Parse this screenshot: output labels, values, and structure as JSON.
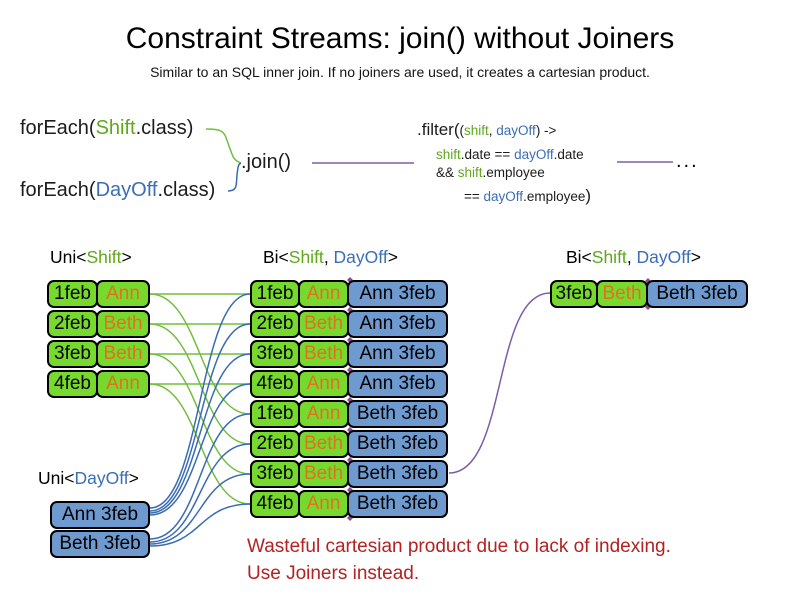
{
  "title": "Constraint Streams: join() without Joiners",
  "subtitle": "Similar to an SQL inner join. If no joiners are used, it creates a cartesian product.",
  "code": {
    "foreach_shift": {
      "pre": "forEach(",
      "cls": "Shift",
      "post": ".class)"
    },
    "foreach_dayoff": {
      "pre": "forEach(",
      "cls": "DayOff",
      "post": ".class)"
    },
    "join": ".join()",
    "filter": {
      "head": ".filter(",
      "open": "(",
      "param_shift": "shift",
      "comma": ", ",
      "param_dayoff": "dayOff",
      "arrow": ") ->",
      "line2": {
        "shift": "shift",
        "mid": ".date == ",
        "dayoff": "dayOff",
        "end": ".date"
      },
      "line3": {
        "and": "&& ",
        "shift": "shift",
        "end": ".employee"
      },
      "line4": {
        "eq": "== ",
        "dayoff": "dayOff",
        "end": ".employee",
        "close": ")"
      }
    },
    "ellipsis": "..."
  },
  "stream_labels": {
    "uni_shift": {
      "pre": "Uni<",
      "shift": "Shift",
      "post": ">"
    },
    "bi_mid": {
      "pre": "Bi<",
      "shift": "Shift",
      "sep": ", ",
      "dayoff": "DayOff",
      "post": ">"
    },
    "bi_right": {
      "pre": "Bi<",
      "shift": "Shift",
      "sep": ", ",
      "dayoff": "DayOff",
      "post": ">"
    },
    "uni_dayoff": {
      "pre": "Uni<",
      "dayoff": "DayOff",
      "post": ">"
    }
  },
  "shifts": [
    {
      "date": "1feb",
      "employee": "Ann"
    },
    {
      "date": "2feb",
      "employee": "Beth"
    },
    {
      "date": "3feb",
      "employee": "Beth"
    },
    {
      "date": "4feb",
      "employee": "Ann"
    }
  ],
  "dayoffs": [
    {
      "label": "Ann 3feb"
    },
    {
      "label": "Beth 3feb"
    }
  ],
  "cartesian": [
    {
      "date": "1feb",
      "employee": "Ann",
      "dayoff": "Ann 3feb"
    },
    {
      "date": "2feb",
      "employee": "Beth",
      "dayoff": "Ann 3feb"
    },
    {
      "date": "3feb",
      "employee": "Beth",
      "dayoff": "Ann 3feb"
    },
    {
      "date": "4feb",
      "employee": "Ann",
      "dayoff": "Ann 3feb"
    },
    {
      "date": "1feb",
      "employee": "Ann",
      "dayoff": "Beth 3feb"
    },
    {
      "date": "2feb",
      "employee": "Beth",
      "dayoff": "Beth 3feb"
    },
    {
      "date": "3feb",
      "employee": "Beth",
      "dayoff": "Beth 3feb"
    },
    {
      "date": "4feb",
      "employee": "Ann",
      "dayoff": "Beth 3feb"
    }
  ],
  "result": {
    "date": "3feb",
    "employee": "Beth",
    "dayoff": "Beth 3feb"
  },
  "warning": {
    "line1": "Wasteful cartesian product due to lack of indexing.",
    "line2": "Use Joiners instead."
  },
  "colors": {
    "shift_fill": "#77D92E",
    "dayoff_fill": "#6E9ACF",
    "shift_text": "#5FA81C",
    "dayoff_text": "#3C6EB4",
    "employee_text": "#E2711D",
    "shift_line": "#72BE3C",
    "dayoff_line": "#3A6CB2",
    "join_line": "#7B5EA7",
    "junction_diamond": "#8B4A8B",
    "warning_text": "#B22222"
  }
}
